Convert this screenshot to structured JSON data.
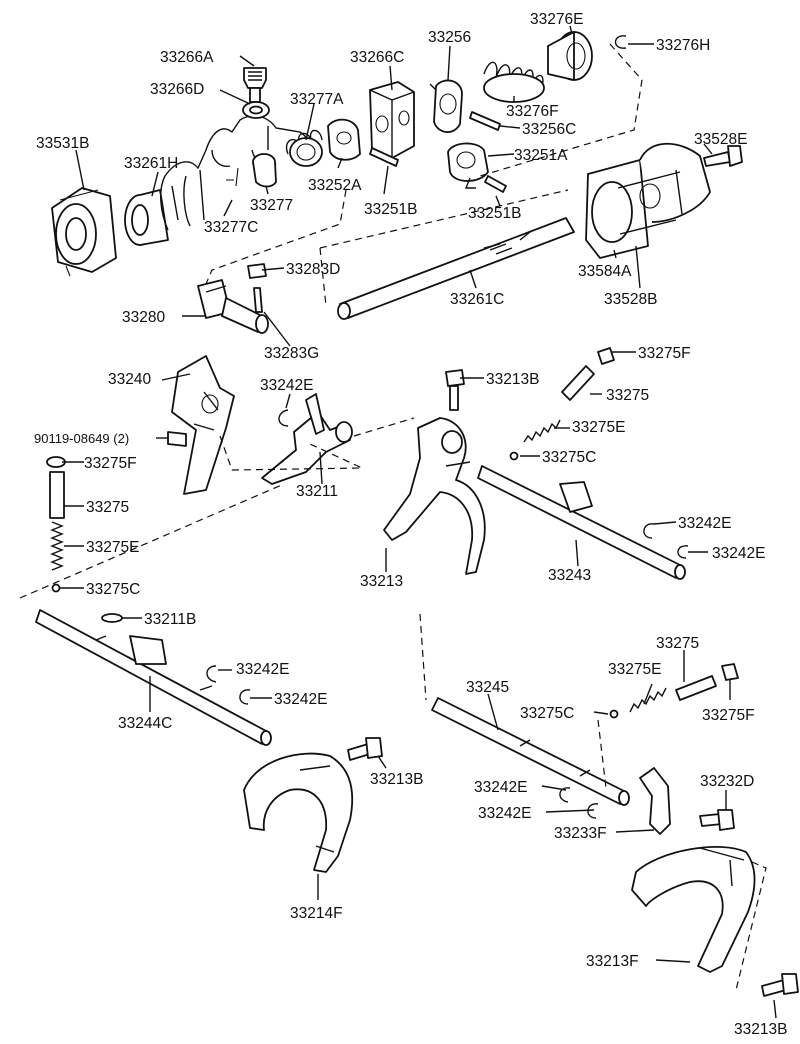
{
  "callouts": [
    {
      "id": "p01",
      "text": "33266A"
    },
    {
      "id": "p02",
      "text": "33266D"
    },
    {
      "id": "p03",
      "text": "33277A"
    },
    {
      "id": "p04",
      "text": "33266C"
    },
    {
      "id": "p05",
      "text": "33256"
    },
    {
      "id": "p06",
      "text": "33276E"
    },
    {
      "id": "p07",
      "text": "33276H"
    },
    {
      "id": "p08",
      "text": "33276F"
    },
    {
      "id": "p09",
      "text": "33256C"
    },
    {
      "id": "p10",
      "text": "33531B"
    },
    {
      "id": "p11",
      "text": "33261H"
    },
    {
      "id": "p12",
      "text": "33277"
    },
    {
      "id": "p13",
      "text": "33252A"
    },
    {
      "id": "p14",
      "text": "33251A"
    },
    {
      "id": "p15",
      "text": "33528E"
    },
    {
      "id": "p16",
      "text": "33277C"
    },
    {
      "id": "p17",
      "text": "33251B"
    },
    {
      "id": "p18",
      "text": "33251B"
    },
    {
      "id": "p19",
      "text": "33283D"
    },
    {
      "id": "p20",
      "text": "33584A"
    },
    {
      "id": "p21",
      "text": "33280"
    },
    {
      "id": "p22",
      "text": "33261C"
    },
    {
      "id": "p23",
      "text": "33528B"
    },
    {
      "id": "p24",
      "text": "33283G"
    },
    {
      "id": "p25",
      "text": "33275F"
    },
    {
      "id": "p26",
      "text": "33240"
    },
    {
      "id": "p27",
      "text": "33213B"
    },
    {
      "id": "p28",
      "text": "33242E"
    },
    {
      "id": "p29",
      "text": "33275"
    },
    {
      "id": "p30",
      "text": "33275E"
    },
    {
      "id": "p31",
      "text": "90119-08649 (2)"
    },
    {
      "id": "p32",
      "text": "33275C"
    },
    {
      "id": "p33",
      "text": "33275F"
    },
    {
      "id": "p34",
      "text": "33211"
    },
    {
      "id": "p35",
      "text": "33275"
    },
    {
      "id": "p36",
      "text": "33242E"
    },
    {
      "id": "p37",
      "text": "33275E"
    },
    {
      "id": "p38",
      "text": "33242E"
    },
    {
      "id": "p39",
      "text": "33213"
    },
    {
      "id": "p40",
      "text": "33243"
    },
    {
      "id": "p41",
      "text": "33275C"
    },
    {
      "id": "p42",
      "text": "33211B"
    },
    {
      "id": "p43",
      "text": "33275"
    },
    {
      "id": "p44",
      "text": "33242E"
    },
    {
      "id": "p45",
      "text": "33275E"
    },
    {
      "id": "p46",
      "text": "33245"
    },
    {
      "id": "p47",
      "text": "33242E"
    },
    {
      "id": "p48",
      "text": "33275C"
    },
    {
      "id": "p49",
      "text": "33275F"
    },
    {
      "id": "p50",
      "text": "33244C"
    },
    {
      "id": "p51",
      "text": "33213B"
    },
    {
      "id": "p52",
      "text": "33232D"
    },
    {
      "id": "p53",
      "text": "33242E"
    },
    {
      "id": "p54",
      "text": "33242E"
    },
    {
      "id": "p55",
      "text": "33233F"
    },
    {
      "id": "p56",
      "text": "33214F"
    },
    {
      "id": "p57",
      "text": "33213F"
    },
    {
      "id": "p58",
      "text": "33213B"
    }
  ]
}
